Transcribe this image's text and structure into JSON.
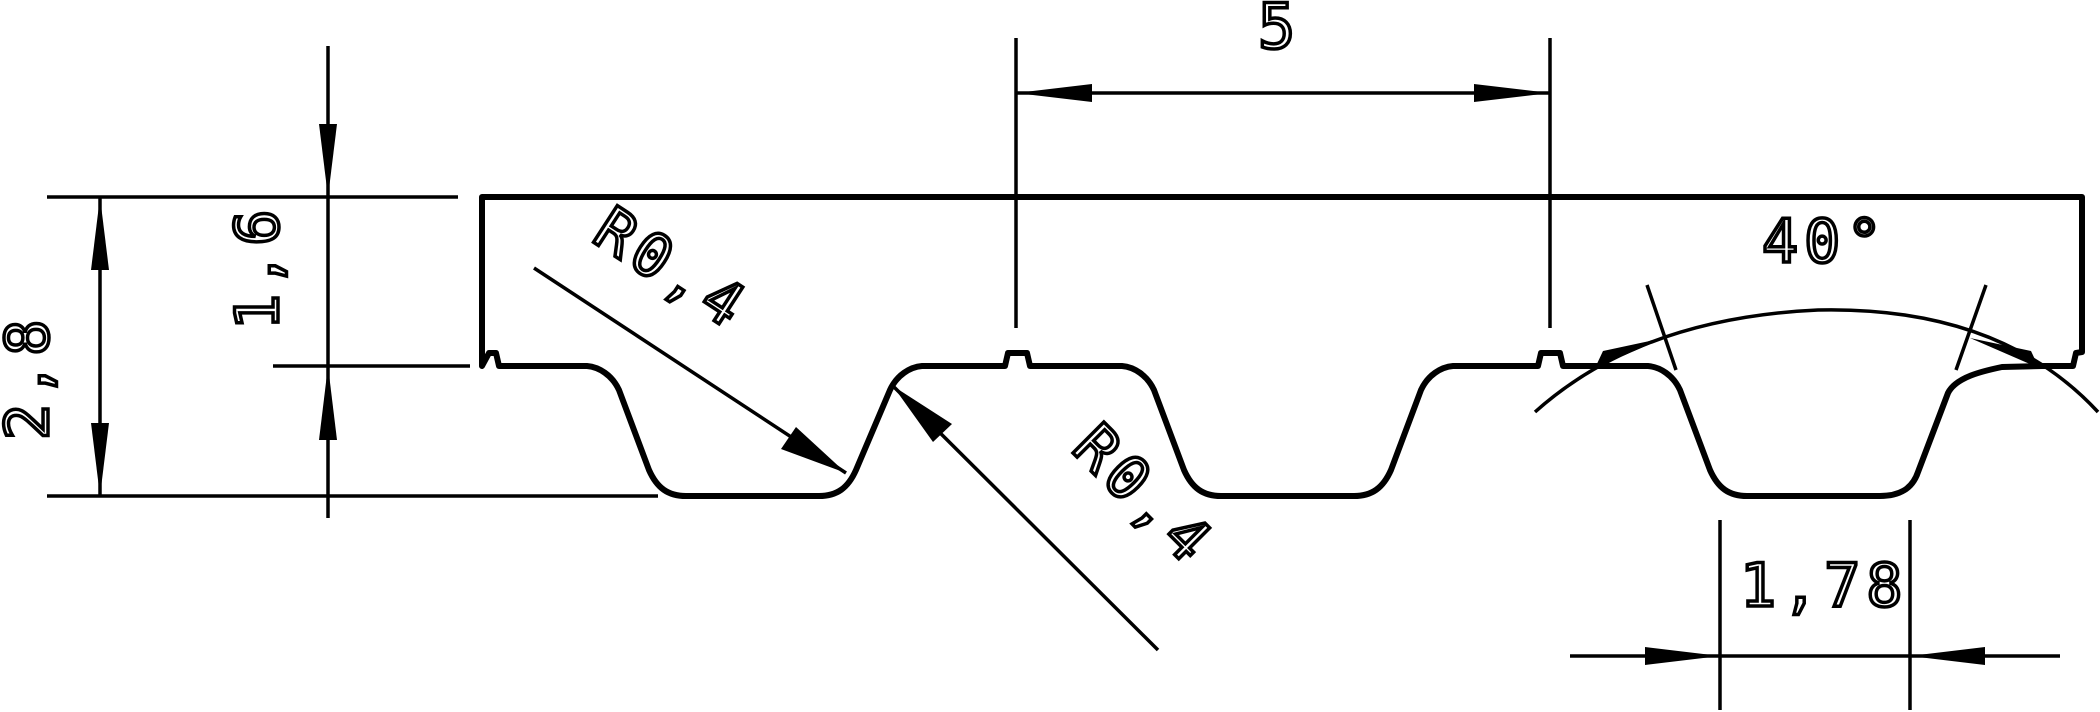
{
  "dimensions": {
    "pitch": "5",
    "total_height": "2,8",
    "belt_height": "1,6",
    "radius_top": "R0,4",
    "radius_bottom": "R0,4",
    "angle": "40°",
    "tooth_width": "1,78"
  }
}
